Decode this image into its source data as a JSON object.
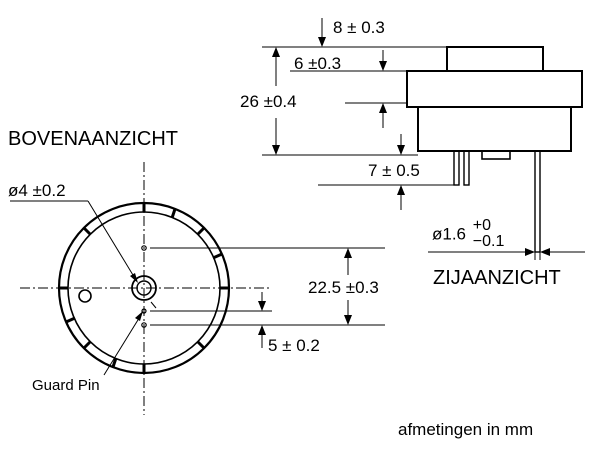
{
  "views": {
    "top_view_title": "BOVENAANZICHT",
    "side_view_title": "ZIJAANZICHT"
  },
  "dimensions": {
    "dim_8": "8 ± 0.3",
    "dim_6": "6 ±0.3",
    "dim_26": "26 ±0.4",
    "dim_7": "7 ± 0.5",
    "dim_dia4": "ø4 ±0.2",
    "dim_22_5": "22.5 ±0.3",
    "dim_5": "5 ± 0.2",
    "pin_dia_base": "ø1.6",
    "pin_dia_upper": "+0",
    "pin_dia_lower": "−0.1"
  },
  "labels": {
    "guard_pin": "Guard Pin",
    "units_note": "afmetingen in mm"
  },
  "colors": {
    "line": "#000000",
    "background": "#ffffff"
  }
}
